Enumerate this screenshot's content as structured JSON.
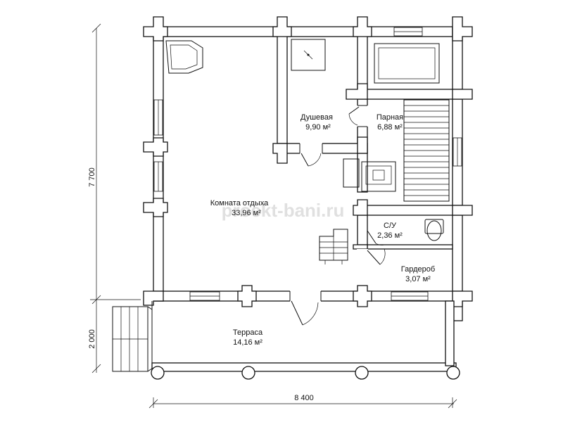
{
  "watermark": "proekt-bani.ru",
  "rooms": {
    "rest_room": {
      "name": "Комната отдыха",
      "area": "33,96 м²"
    },
    "shower": {
      "name": "Душевая",
      "area": "9,90 м²"
    },
    "steam": {
      "name": "Парная",
      "area": "6,88 м²"
    },
    "wc": {
      "name": "С/У",
      "area": "2,36 м²"
    },
    "wardrobe": {
      "name": "Гардероб",
      "area": "3,07 м²"
    },
    "terrace": {
      "name": "Терраса",
      "area": "14,16 м²"
    }
  },
  "dimensions": {
    "width": "8 400",
    "height_main": "7 700",
    "height_terrace": "2 000"
  }
}
